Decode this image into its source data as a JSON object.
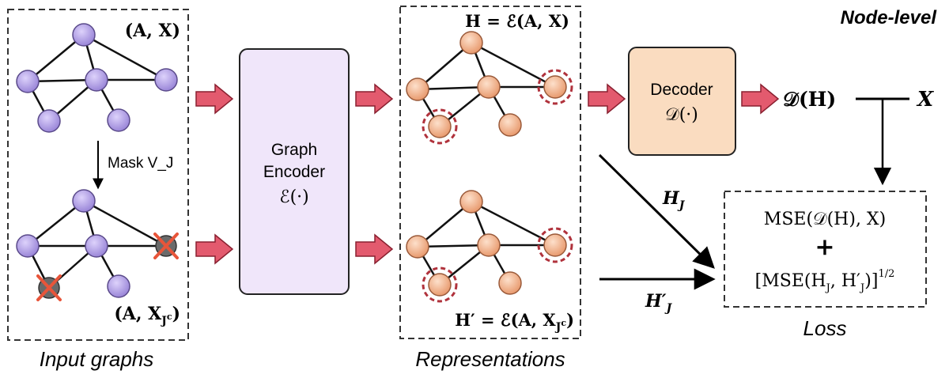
{
  "title": "Node-level",
  "input_panel": {
    "caption": "Input graphs",
    "top_label": "(A, X)",
    "bottom_label": "(A, X_{J^c})",
    "mask_label": "Mask V_J"
  },
  "encoder": {
    "line1": "Graph",
    "line2": "Encoder",
    "line3": "ℰ(·)"
  },
  "repr_panel": {
    "caption": "Representations",
    "top_label": "H = ℰ(A, X)",
    "bottom_label": "H′ = ℰ(A, X_{J^c})"
  },
  "decoder": {
    "line1": "Decoder",
    "line2": "𝒟(·)"
  },
  "outputs": {
    "decoded": "𝒟(H)",
    "target": "X",
    "hj": "H_J",
    "hj_prime": "H′_J"
  },
  "loss": {
    "caption": "Loss",
    "line1": "MSE(𝒟(H), X)",
    "plus": "+",
    "line2": "[MSE(H_J, H′_J)]^{1/2}"
  },
  "colors": {
    "purple_node": "#b3a0e6",
    "orange_node": "#f5b48c",
    "encoder_fill": "#f0e6fa",
    "decoder_fill": "#fadcc0",
    "arrow_fill": "#e35a6e",
    "mask_x": "#e8553a",
    "dashed_circle": "#b0323c"
  }
}
